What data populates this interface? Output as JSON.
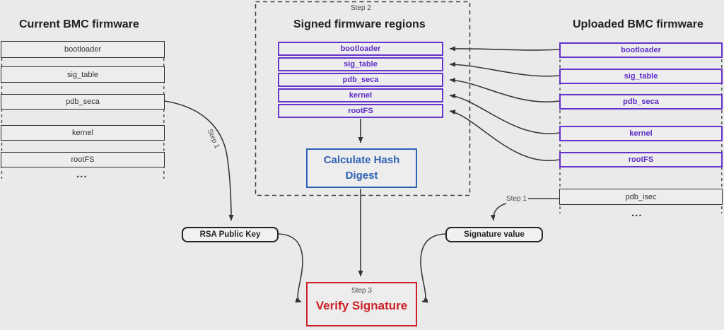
{
  "diagram": {
    "columns": {
      "current": {
        "title": "Current BMC firmware",
        "regions": [
          "bootloader",
          "sig_table",
          "pdb_seca",
          "kernel",
          "rootFS"
        ],
        "ellipsis": "..."
      },
      "signed": {
        "step_label": "Step 2",
        "title": "Signed firmware regions",
        "regions": [
          "bootloader",
          "sig_table",
          "pdb_seca",
          "kernel",
          "rootFS"
        ],
        "hash_label": "Calculate Hash Digest"
      },
      "uploaded": {
        "title": "Uploaded BMC firmware",
        "regions": [
          "bootloader",
          "sig_table",
          "pdb_seca",
          "kernel",
          "rootFS"
        ],
        "extra_region": "pdb_isec",
        "ellipsis": "..."
      }
    },
    "nodes": {
      "rsa_key": "RSA Public Key",
      "signature": "Signature value",
      "verify": {
        "step_label": "Step 3",
        "label": "Verify Signature"
      }
    },
    "annotations": {
      "step1_left": "Step 1",
      "step1_right": "Step 1"
    },
    "colors": {
      "purple": "#6633cc",
      "blue": "#2e62b5",
      "red": "#cc2127",
      "line": "#3a3a3a",
      "background": "#eaeaea"
    }
  }
}
